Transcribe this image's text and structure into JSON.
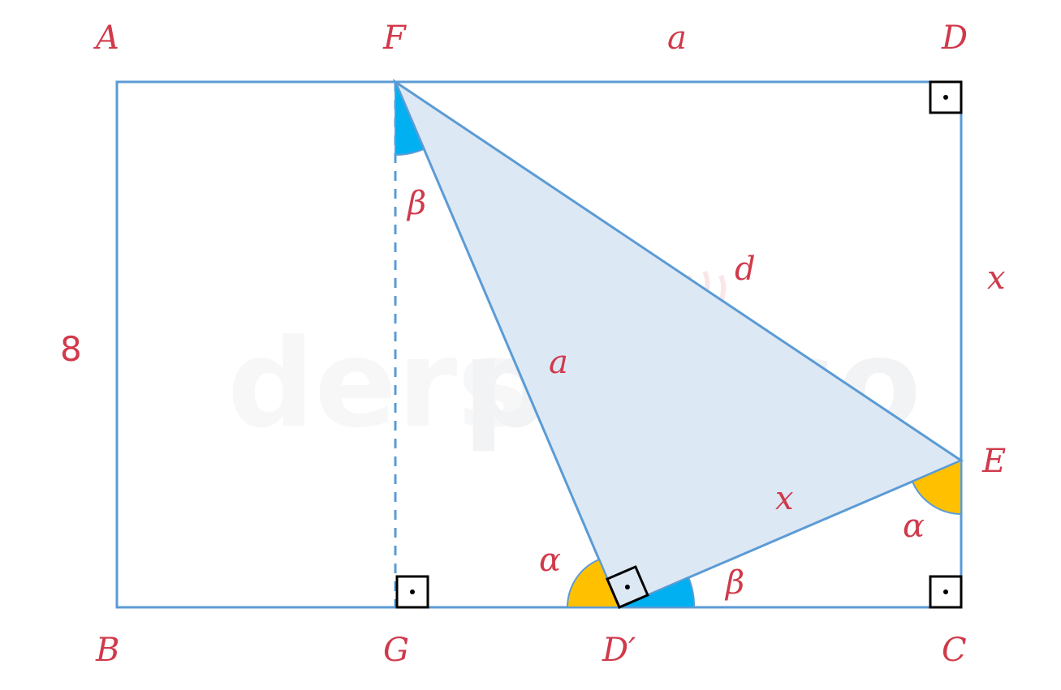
{
  "diagram": {
    "points": {
      "A": "A",
      "F": "F",
      "D": "D",
      "B": "B",
      "G": "G",
      "D_prime": "D′",
      "C": "C",
      "E": "E"
    },
    "segments": {
      "FD_top": "a",
      "FD_prime": "a",
      "FE_hypotenuse": "d",
      "DE_side": "x",
      "D_primeE": "x",
      "AB_side": "8"
    },
    "angles": {
      "beta_at_F": "β",
      "alpha_at_D_prime": "α",
      "beta_at_D_prime": "β",
      "alpha_at_E": "α"
    },
    "watermark": {
      "part1": "ders",
      "part2": "presso"
    },
    "colors": {
      "line": "#5b9bd5",
      "triangle_fill": "#dde8f5",
      "label": "#d03a4b",
      "angle_blue": "#00b0f0",
      "angle_orange": "#ffc000",
      "right_angle_box": "#000000"
    }
  }
}
